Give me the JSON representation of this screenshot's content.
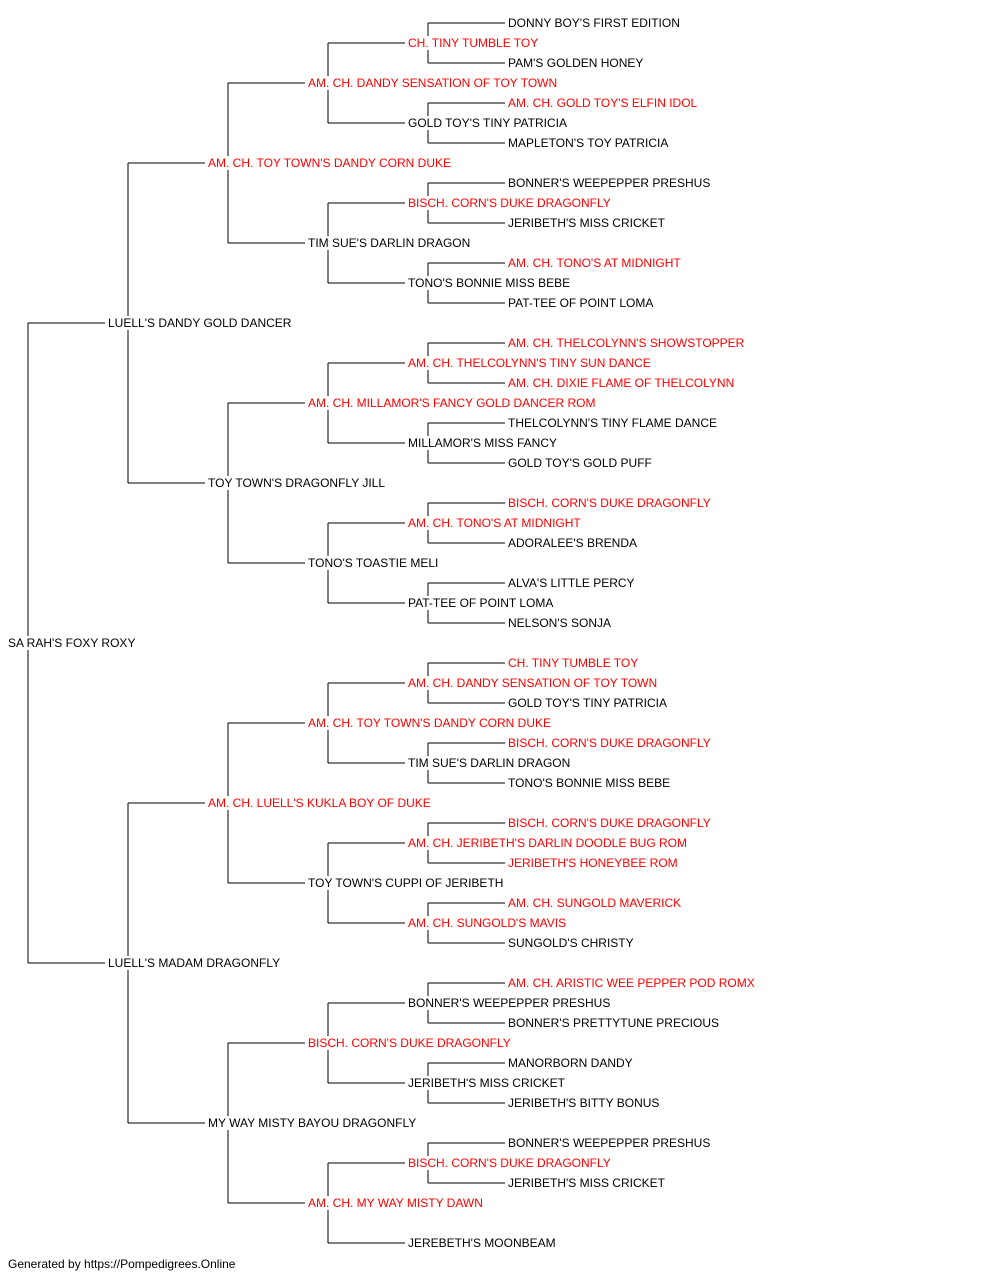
{
  "footer": "Generated by https://Pompedigrees.Online",
  "colors": {
    "champion": "#ff0000",
    "normal": "#000000",
    "lines": "#000000"
  },
  "pedigree": {
    "name": "SA RAH'S FOXY ROXY",
    "champion": false,
    "sire": {
      "name": "LUELL'S DANDY GOLD DANCER",
      "champion": false,
      "sire": {
        "name": "AM. CH. TOY TOWN'S DANDY CORN DUKE",
        "champion": true,
        "sire": {
          "name": "AM. CH. DANDY SENSATION OF TOY TOWN",
          "champion": true,
          "sire": {
            "name": "CH. TINY TUMBLE TOY",
            "champion": true,
            "sire": {
              "name": "DONNY BOY'S FIRST EDITION",
              "champion": false
            },
            "dam": {
              "name": "PAM'S GOLDEN HONEY",
              "champion": false
            }
          },
          "dam": {
            "name": "GOLD TOY'S TINY PATRICIA",
            "champion": false,
            "sire": {
              "name": "AM. CH. GOLD TOY'S ELFIN IDOL",
              "champion": true
            },
            "dam": {
              "name": "MAPLETON'S TOY PATRICIA",
              "champion": false
            }
          }
        },
        "dam": {
          "name": "TIM SUE'S DARLIN DRAGON",
          "champion": false,
          "sire": {
            "name": "BISCH. CORN'S DUKE DRAGONFLY",
            "champion": true,
            "sire": {
              "name": "BONNER'S WEEPEPPER PRESHUS",
              "champion": false
            },
            "dam": {
              "name": "JERIBETH'S MISS CRICKET",
              "champion": false
            }
          },
          "dam": {
            "name": "TONO'S BONNIE MISS BEBE",
            "champion": false,
            "sire": {
              "name": "AM. CH. TONO'S AT MIDNIGHT",
              "champion": true
            },
            "dam": {
              "name": "PAT-TEE OF POINT LOMA",
              "champion": false
            }
          }
        }
      },
      "dam": {
        "name": "TOY TOWN'S DRAGONFLY JILL",
        "champion": false,
        "sire": {
          "name": "AM. CH. MILLAMOR'S FANCY GOLD DANCER ROM",
          "champion": true,
          "sire": {
            "name": "AM. CH. THELCOLYNN'S TINY SUN DANCE",
            "champion": true,
            "sire": {
              "name": "AM. CH. THELCOLYNN'S SHOWSTOPPER",
              "champion": true
            },
            "dam": {
              "name": "AM. CH. DIXIE FLAME OF THELCOLYNN",
              "champion": true
            }
          },
          "dam": {
            "name": "MILLAMOR'S MISS FANCY",
            "champion": false,
            "sire": {
              "name": "THELCOLYNN'S TINY FLAME DANCE",
              "champion": false
            },
            "dam": {
              "name": "GOLD TOY'S GOLD PUFF",
              "champion": false
            }
          }
        },
        "dam": {
          "name": "TONO'S TOASTIE MELI",
          "champion": false,
          "sire": {
            "name": "AM. CH. TONO'S AT MIDNIGHT",
            "champion": true,
            "sire": {
              "name": "BISCH. CORN'S DUKE DRAGONFLY",
              "champion": true
            },
            "dam": {
              "name": "ADORALEE'S BRENDA",
              "champion": false
            }
          },
          "dam": {
            "name": "PAT-TEE OF POINT LOMA",
            "champion": false,
            "sire": {
              "name": "ALVA'S LITTLE PERCY",
              "champion": false
            },
            "dam": {
              "name": "NELSON'S SONJA",
              "champion": false
            }
          }
        }
      }
    },
    "dam": {
      "name": "LUELL'S MADAM DRAGONFLY",
      "champion": false,
      "sire": {
        "name": "AM. CH. LUELL'S KUKLA BOY OF DUKE",
        "champion": true,
        "sire": {
          "name": "AM. CH. TOY TOWN'S DANDY CORN DUKE",
          "champion": true,
          "sire": {
            "name": "AM. CH. DANDY SENSATION OF TOY TOWN",
            "champion": true,
            "sire": {
              "name": "CH. TINY TUMBLE TOY",
              "champion": true
            },
            "dam": {
              "name": "GOLD TOY'S TINY PATRICIA",
              "champion": false
            }
          },
          "dam": {
            "name": "TIM SUE'S DARLIN DRAGON",
            "champion": false,
            "sire": {
              "name": "BISCH. CORN'S DUKE DRAGONFLY",
              "champion": true
            },
            "dam": {
              "name": "TONO'S BONNIE MISS BEBE",
              "champion": false
            }
          }
        },
        "dam": {
          "name": "TOY TOWN'S CUPPI OF JERIBETH",
          "champion": false,
          "sire": {
            "name": "AM. CH. JERIBETH'S DARLIN DOODLE BUG ROM",
            "champion": true,
            "sire": {
              "name": "BISCH. CORN'S DUKE DRAGONFLY",
              "champion": true
            },
            "dam": {
              "name": "JERIBETH'S HONEYBEE ROM",
              "champion": true
            }
          },
          "dam": {
            "name": "AM. CH. SUNGOLD'S MAVIS",
            "champion": true,
            "sire": {
              "name": "AM. CH. SUNGOLD MAVERICK",
              "champion": true
            },
            "dam": {
              "name": "SUNGOLD'S CHRISTY",
              "champion": false
            }
          }
        }
      },
      "dam": {
        "name": "MY WAY MISTY BAYOU DRAGONFLY",
        "champion": false,
        "sire": {
          "name": "BISCH. CORN'S DUKE DRAGONFLY",
          "champion": true,
          "sire": {
            "name": "BONNER'S WEEPEPPER PRESHUS",
            "champion": false,
            "sire": {
              "name": "AM. CH. ARISTIC WEE PEPPER POD ROMX",
              "champion": true
            },
            "dam": {
              "name": "BONNER'S PRETTYTUNE PRECIOUS",
              "champion": false
            }
          },
          "dam": {
            "name": "JERIBETH'S MISS CRICKET",
            "champion": false,
            "sire": {
              "name": "MANORBORN DANDY",
              "champion": false
            },
            "dam": {
              "name": "JERIBETH'S BITTY BONUS",
              "champion": false
            }
          }
        },
        "dam": {
          "name": "AM. CH. MY WAY MISTY DAWN",
          "champion": true,
          "sire": {
            "name": "BISCH. CORN'S DUKE DRAGONFLY",
            "champion": true,
            "sire": {
              "name": "BONNER'S WEEPEPPER PRESHUS",
              "champion": false
            },
            "dam": {
              "name": "JERIBETH'S MISS CRICKET",
              "champion": false
            }
          },
          "dam": {
            "name": "JEREBETH'S MOONBEAM",
            "champion": false
          }
        }
      }
    }
  }
}
